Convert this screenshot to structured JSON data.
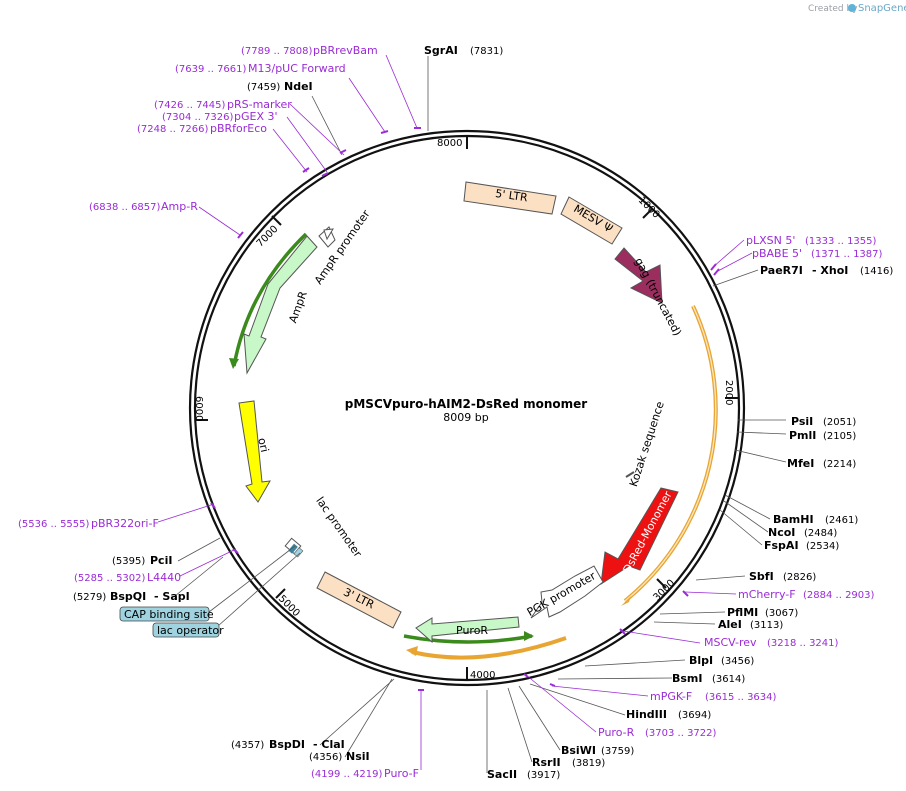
{
  "credit": {
    "text": "Created by",
    "brand": "SnapGene"
  },
  "plasmid": {
    "name": "pMSCVpuro-hAIM2-DsRed monomer",
    "size_label": "8009 bp",
    "length": 8009
  },
  "ruler": [
    "1000",
    "2000",
    "3000",
    "4000",
    "5000",
    "6000",
    "7000",
    "8000"
  ],
  "enzymes": [
    {
      "name": "SgrAI",
      "pos": "(7831)"
    },
    {
      "name": "NdeI",
      "pos": "(7459)"
    },
    {
      "name": "PaeR7I",
      "name2": "- XhoI",
      "pos": "(1416)"
    },
    {
      "name": "PsiI",
      "pos": "(2051)"
    },
    {
      "name": "PmlI",
      "pos": "(2105)"
    },
    {
      "name": "MfeI",
      "pos": "(2214)"
    },
    {
      "name": "BamHI",
      "pos": "(2461)"
    },
    {
      "name": "NcoI",
      "pos": "(2484)"
    },
    {
      "name": "FspAI",
      "pos": "(2534)"
    },
    {
      "name": "SbfI",
      "pos": "(2826)"
    },
    {
      "name": "PflMI",
      "pos": "(3067)"
    },
    {
      "name": "AleI",
      "pos": "(3113)"
    },
    {
      "name": "BlpI",
      "pos": "(3456)"
    },
    {
      "name": "BsmI",
      "pos": "(3614)"
    },
    {
      "name": "HindIII",
      "pos": "(3694)"
    },
    {
      "name": "BsiWI",
      "pos": "(3759)"
    },
    {
      "name": "RsrII",
      "pos": "(3819)"
    },
    {
      "name": "SacII",
      "pos": "(3917)"
    },
    {
      "name": "NsiI",
      "pos": "(4356)"
    },
    {
      "name": "BspDI",
      "name2": "- ClaI",
      "pos": "(4357)"
    },
    {
      "name": "BspQI",
      "name2": "- SapI",
      "pos": "(5279)"
    },
    {
      "name": "PciI",
      "pos": "(5395)"
    }
  ],
  "primers": [
    {
      "name": "pBRrevBam",
      "pos": "(7789 .. 7808)"
    },
    {
      "name": "M13/pUC Forward",
      "pos": "(7639 .. 7661)"
    },
    {
      "name": "pRS-marker",
      "pos": "(7426 .. 7445)"
    },
    {
      "name": "pGEX 3'",
      "pos": "(7304 .. 7326)"
    },
    {
      "name": "pBRforEco",
      "pos": "(7248 .. 7266)"
    },
    {
      "name": "Amp-R",
      "pos": "(6838 .. 6857)"
    },
    {
      "name": "pLXSN 5'",
      "pos": "(1333 .. 1355)"
    },
    {
      "name": "pBABE 5'",
      "pos": "(1371 .. 1387)"
    },
    {
      "name": "mCherry-F",
      "pos": "(2884 .. 2903)"
    },
    {
      "name": "MSCV-rev",
      "pos": "(3218 .. 3241)"
    },
    {
      "name": "mPGK-F",
      "pos": "(3615 .. 3634)"
    },
    {
      "name": "Puro-R",
      "pos": "(3703 .. 3722)"
    },
    {
      "name": "Puro-F",
      "pos": "(4199 .. 4219)"
    },
    {
      "name": "pBR322ori-F",
      "pos": "(5536 .. 5555)"
    },
    {
      "name": "L4440",
      "pos": "(5285 .. 5302)"
    }
  ],
  "features": {
    "ltr5": "5' LTR",
    "mesv": "MESV Ψ",
    "gag": "gag (truncated)",
    "kozak": "Kozak sequence",
    "dsred": "DsRed-Monomer",
    "pgk": "PGK promoter",
    "puror": "PuroR",
    "ltr3": "3' LTR",
    "lac": "lac promoter",
    "ori": "ori",
    "ampr": "AmpR",
    "amprprom": "AmpR promoter"
  },
  "boxes": {
    "cap": "CAP binding site",
    "lacop": "lac operator"
  },
  "colors": {
    "ltr": "#fbe0c4",
    "mesv": "#fbe0c4",
    "gag": "#9b2d5f",
    "dsred": "#ee1111",
    "puror": "#c8f7c8",
    "ori": "#ffff00",
    "ampr": "#c8f7c8",
    "promoter": "#ffffff",
    "orf_orange": "#e8a532",
    "orf_green": "#3a8a1c",
    "primer": "#9a2bd6",
    "box": "#9fd3e0"
  }
}
